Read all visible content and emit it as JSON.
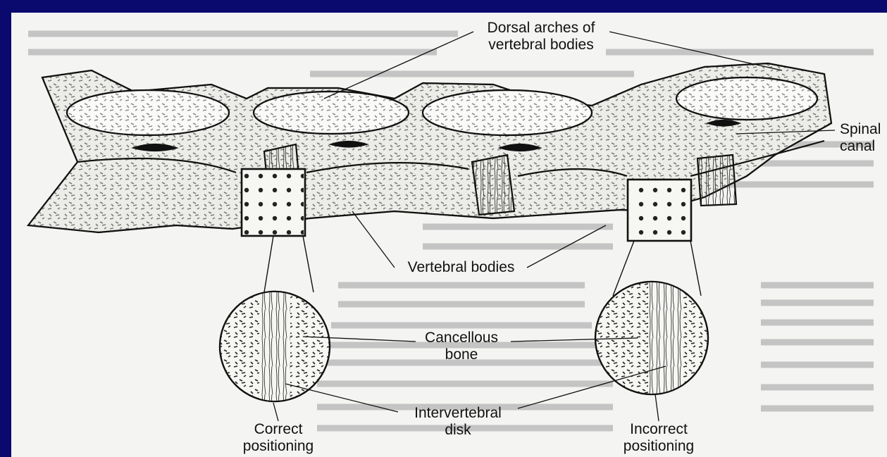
{
  "labels": {
    "dorsal_arches_line1": "Dorsal arches of",
    "dorsal_arches_line2": "vertebral bodies",
    "spinal_canal_line1": "Spinal",
    "spinal_canal_line2": "canal",
    "vertebral_bodies": "Vertebral bodies",
    "cancellous_line1": "Cancellous",
    "cancellous_line2": "bone",
    "intervertebral_line1": "Intervertebral",
    "intervertebral_line2": "disk",
    "correct_line1": "Correct",
    "correct_line2": "positioning",
    "incorrect_line1": "Incorrect",
    "incorrect_line2": "positioning"
  },
  "colors": {
    "slide_background": "#0a0a6e",
    "page_background": "#f4f4f2",
    "ink": "#111111",
    "faded_text": "#b8b8b8"
  }
}
